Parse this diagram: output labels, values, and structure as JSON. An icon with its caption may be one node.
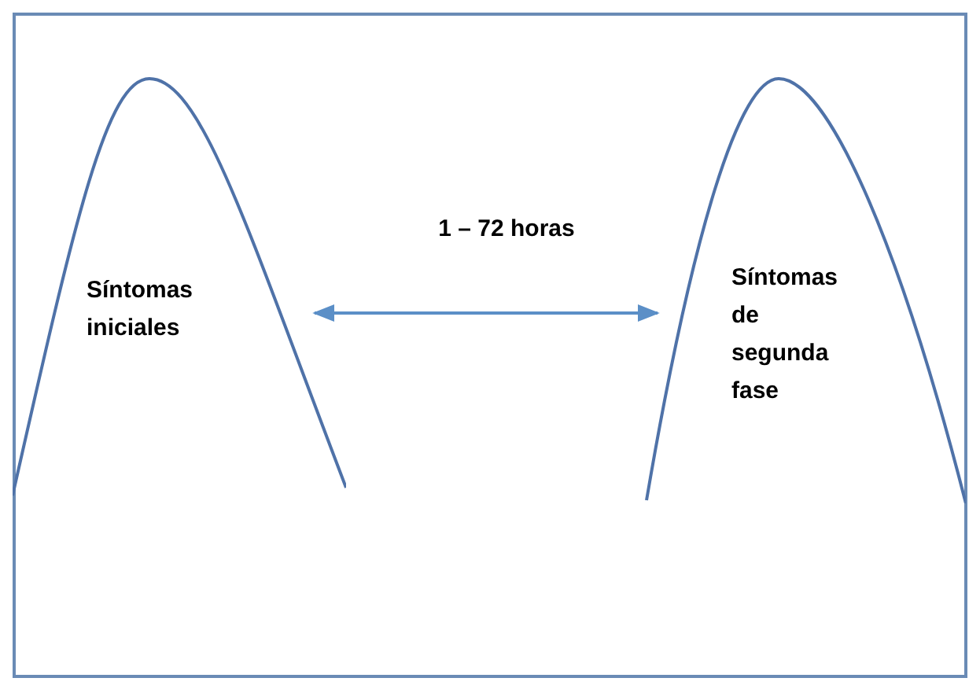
{
  "diagram": {
    "nodes": [
      {
        "text": [
          "Síntomas iniciales"
        ]
      },
      {
        "text": [
          "Síntomas de segunda fase"
        ]
      }
    ],
    "edges": [
      {
        "from": 0,
        "to": 1,
        "arrow": "both",
        "label": "1 – 72 horas"
      }
    ]
  }
}
